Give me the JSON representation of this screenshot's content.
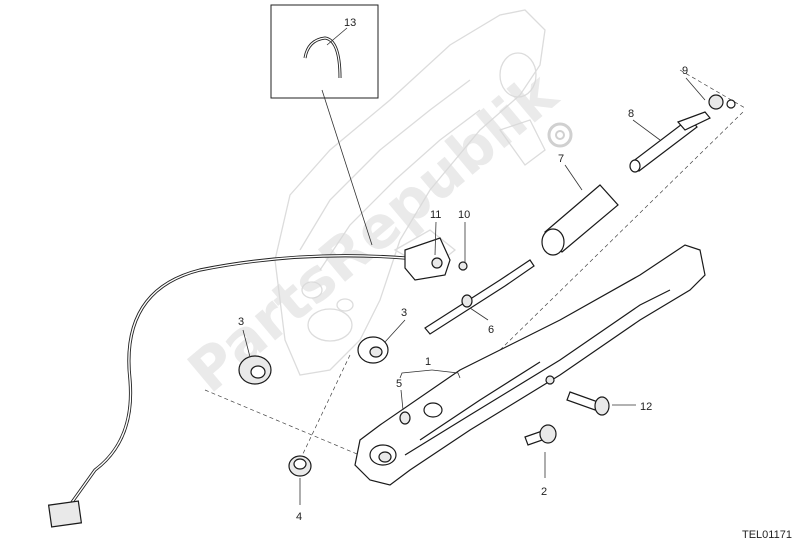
{
  "watermark": "PartsRepublik",
  "drawing_code": "TEL01171",
  "callouts": {
    "c1": "1",
    "c2": "2",
    "c3a": "3",
    "c3b": "3",
    "c4": "4",
    "c5": "5",
    "c6": "6",
    "c7": "7",
    "c8": "8",
    "c9": "9",
    "c10": "10",
    "c11": "11",
    "c12": "12",
    "c13": "13"
  }
}
